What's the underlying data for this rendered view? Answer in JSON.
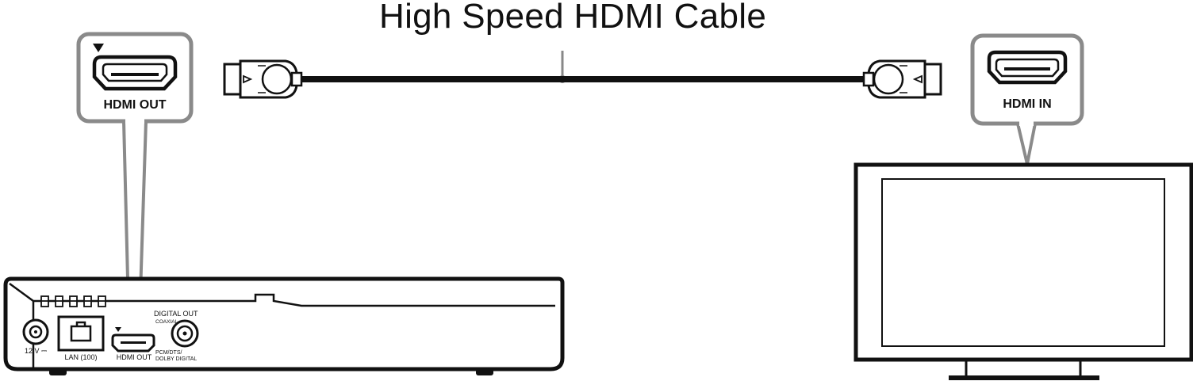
{
  "cable": {
    "title": "High Speed HDMI Cable"
  },
  "player": {
    "callout_label": "HDMI OUT",
    "power_label": "12 V ⎓",
    "lan_label": "LAN (100)",
    "hdmi_label": "HDMI OUT",
    "digital_out_label": "DIGITAL OUT",
    "coaxial_label": "COAXIAL",
    "pcm_label_1": "PCM/DTS/",
    "pcm_label_2": "DOLBY DIGITAL"
  },
  "tv": {
    "callout_label": "HDMI IN"
  },
  "colors": {
    "outline": "#111111",
    "callout_gray": "#8a8a8a"
  },
  "icons": [
    "hdmi-port-icon",
    "hdmi-plug-icon",
    "ethernet-port-icon",
    "coaxial-jack-icon",
    "triangle-marker-icon"
  ]
}
